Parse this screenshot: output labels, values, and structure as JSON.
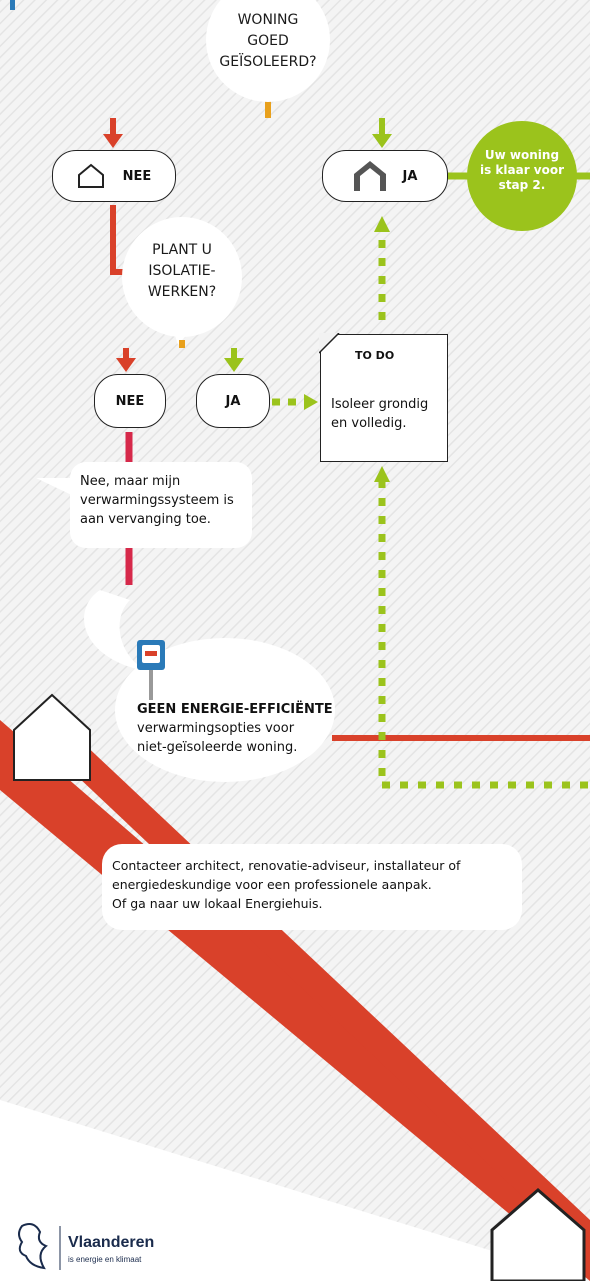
{
  "question1": {
    "line1": "WONING",
    "line2": "GOED",
    "line3": "GEÏSOLEERD?"
  },
  "answer_no_1": {
    "label": "NEE"
  },
  "answer_yes_1": {
    "label": "JA"
  },
  "ready": {
    "line1": "Uw woning",
    "line2": "is klaar voor",
    "line3": "stap 2."
  },
  "question2": {
    "line1": "PLANT U",
    "line2": "ISOLATIE-",
    "line3": "WERKEN?"
  },
  "answer_no_2": {
    "label": "NEE"
  },
  "answer_yes_2": {
    "label": "JA"
  },
  "todo": {
    "title": "TO DO",
    "line1": "Isoleer grondig",
    "line2": "en volledig."
  },
  "note_heating": {
    "line1": "Nee, maar mijn",
    "line2": "verwarmingssysteem is",
    "line3": "aan vervanging toe."
  },
  "warning": {
    "title": "GEEN ENERGIE-EFFICIËNTE",
    "line1": "verwarmingsopties voor",
    "line2": "niet-geïsoleerde woning."
  },
  "contact": {
    "line1": "Contacteer architect, renovatie-adviseur, installateur of",
    "line2": "energiedeskundige voor een professionele aanpak.",
    "line3": "Of ga naar uw lokaal Energiehuis."
  },
  "logo": {
    "name": "Vlaanderen",
    "tagline": "is energie en klimaat"
  },
  "colors": {
    "green": "#9bc31c",
    "red": "#d9412a",
    "orange": "#e8a01c",
    "crimson": "#d6294a",
    "background": "#f2f2f2",
    "navy": "#1a2b4c",
    "sign_blue": "#2a7ab8"
  }
}
